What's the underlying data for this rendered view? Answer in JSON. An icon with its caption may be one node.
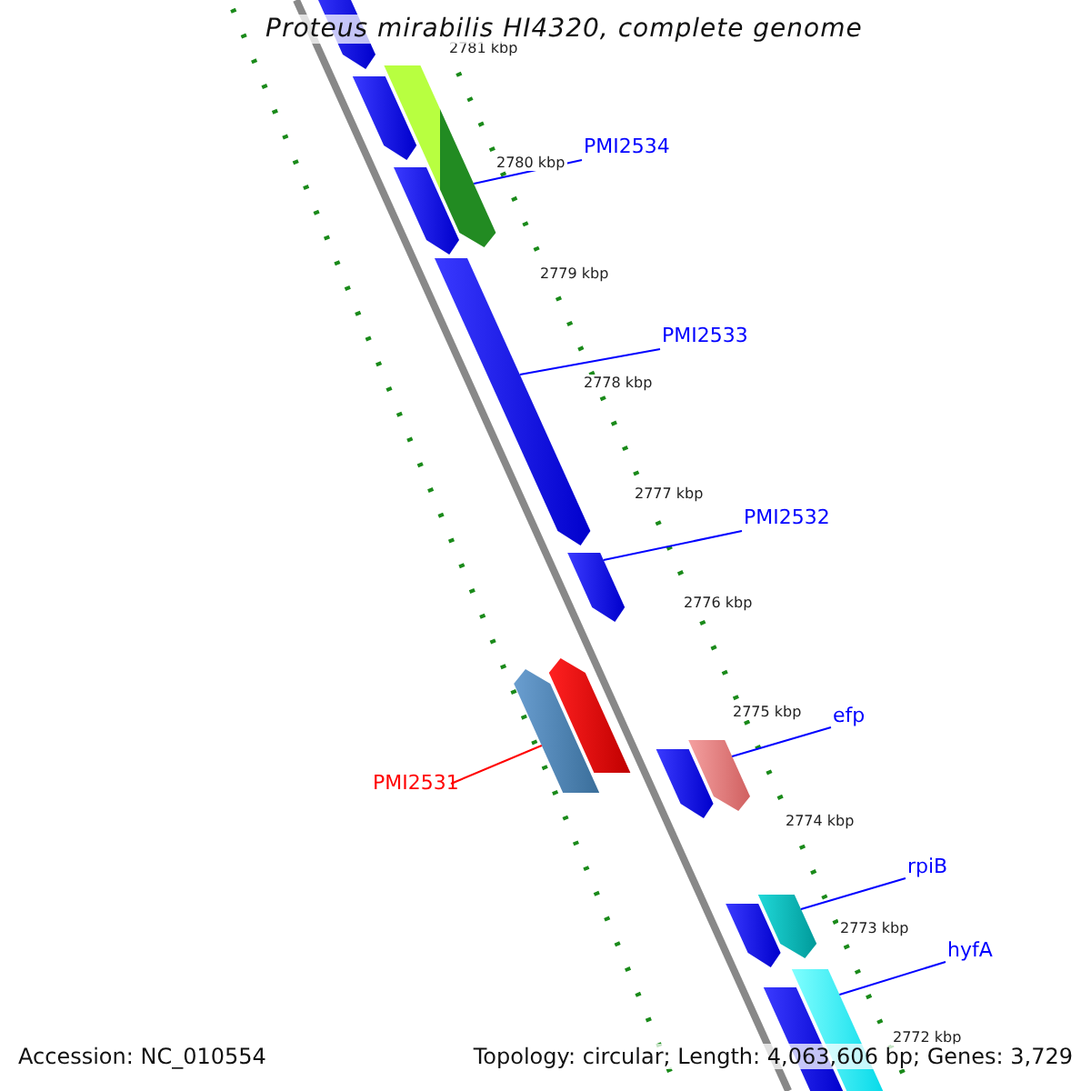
{
  "diagram": {
    "title": "Proteus mirabilis HI4320, complete genome",
    "nodes": [
      {
        "text": [
          "PMI2534"
        ]
      },
      {
        "text": [],
        "shape": "bar"
      },
      {
        "text": [
          "PMI2533"
        ]
      },
      {
        "text": [],
        "shape": "bar"
      },
      {
        "text": [
          "PMI2532"
        ]
      },
      {
        "text": [],
        "shape": "bar"
      },
      {
        "text": [
          "efp"
        ]
      },
      {
        "text": [],
        "shape": "bar"
      },
      {
        "text": [
          "PMI2531"
        ]
      },
      {
        "text": [],
        "shape": "bar"
      },
      {
        "text": [
          "rpiB"
        ]
      },
      {
        "text": [],
        "shape": "bar"
      },
      {
        "text": [
          "hyfA"
        ]
      },
      {
        "text": [],
        "shape": "bar"
      }
    ],
    "edges": [
      {
        "from": 0,
        "to": 1,
        "arrow": "none"
      },
      {
        "from": 2,
        "to": 3,
        "arrow": "none"
      },
      {
        "from": 4,
        "to": 5,
        "arrow": "none"
      },
      {
        "from": 6,
        "to": 7,
        "arrow": "none"
      },
      {
        "from": 8,
        "to": 9,
        "arrow": "none",
        "color": "#ff0000"
      },
      {
        "from": 10,
        "to": 11,
        "arrow": "none"
      },
      {
        "from": 12,
        "to": 13,
        "arrow": "none"
      }
    ],
    "labels": [
      "2781 kbp",
      "2780 kbp",
      "2779 kbp",
      "2778 kbp",
      "2777 kbp",
      "2776 kbp",
      "2775 kbp",
      "2774 kbp",
      "2773 kbp",
      "2772 kbp",
      "Accession: NC_010554",
      "Topology: circular; Length: 4,063,606 bp; Genes: 3,729"
    ]
  }
}
